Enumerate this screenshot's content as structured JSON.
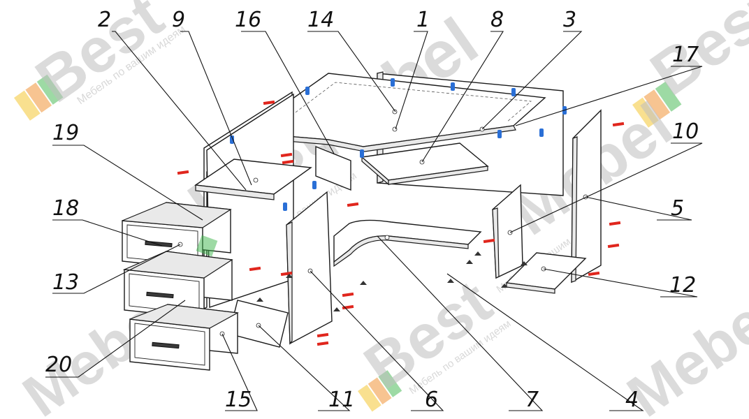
{
  "watermark": {
    "brand_first": "Best",
    "brand_second": "Mebel",
    "tagline": "Мебель по вашим идеям",
    "logo_colors": [
      "#f4c21f",
      "#f08a24",
      "#3cb54a"
    ]
  },
  "callouts": [
    {
      "id": "2",
      "label": "2"
    },
    {
      "id": "9",
      "label": "9"
    },
    {
      "id": "16",
      "label": "16"
    },
    {
      "id": "14",
      "label": "14"
    },
    {
      "id": "1",
      "label": "1"
    },
    {
      "id": "8",
      "label": "8"
    },
    {
      "id": "3",
      "label": "3"
    },
    {
      "id": "17",
      "label": "17"
    },
    {
      "id": "19",
      "label": "19"
    },
    {
      "id": "10",
      "label": "10"
    },
    {
      "id": "18",
      "label": "18"
    },
    {
      "id": "5",
      "label": "5"
    },
    {
      "id": "13",
      "label": "13"
    },
    {
      "id": "12",
      "label": "12"
    },
    {
      "id": "20",
      "label": "20"
    },
    {
      "id": "15",
      "label": "15"
    },
    {
      "id": "11",
      "label": "11"
    },
    {
      "id": "6",
      "label": "6"
    },
    {
      "id": "7",
      "label": "7"
    },
    {
      "id": "4",
      "label": "4"
    }
  ],
  "fastener_colors": {
    "confirmat": "#e0261d",
    "cam": "#2a6fd6",
    "support": "#333333"
  }
}
